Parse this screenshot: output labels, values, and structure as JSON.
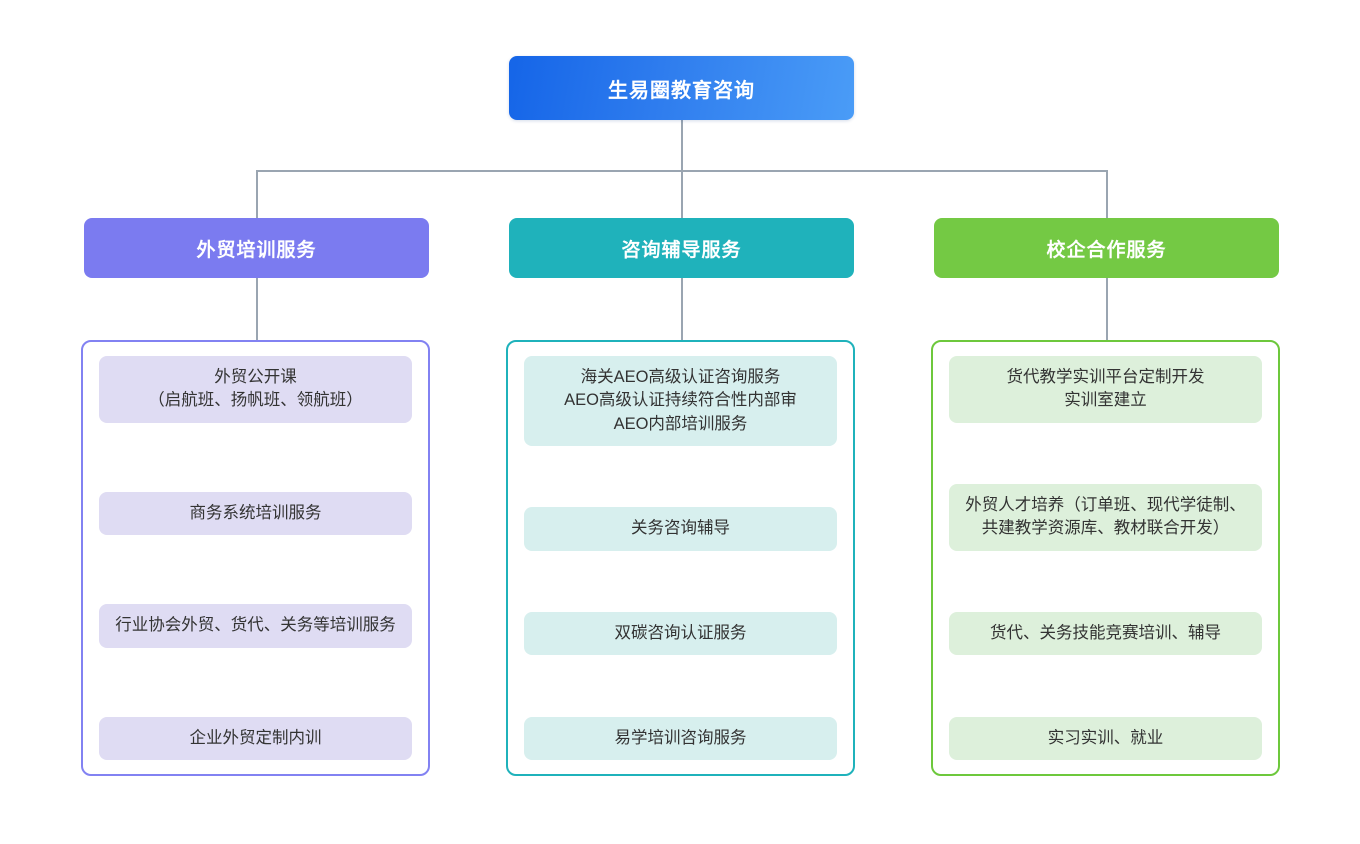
{
  "root": {
    "title": "生易圈教育咨询",
    "color": "#1565e8"
  },
  "branches": [
    {
      "header": "外贸培训服务",
      "accent": "#7b7bf0",
      "card_bg": "#dfdcf3",
      "items": [
        "外贸公开课\n（启航班、扬帆班、领航班）",
        "商务系统培训服务",
        "行业协会外贸、货代、关务等培训服务",
        "企业外贸定制内训"
      ]
    },
    {
      "header": "咨询辅导服务",
      "accent": "#1fb2bb",
      "card_bg": "#d7efee",
      "items": [
        "海关AEO高级认证咨询服务\nAEO高级认证持续符合性内部审\nAEO内部培训服务",
        "关务咨询辅导",
        "双碳咨询认证服务",
        "易学培训咨询服务"
      ]
    },
    {
      "header": "校企合作服务",
      "accent": "#74c944",
      "card_bg": "#ddf0db",
      "items": [
        "货代教学实训平台定制开发\n实训室建立",
        "外贸人才培养（订单班、现代学徒制、共建教学资源库、教材联合开发）",
        "货代、关务技能竞赛培训、辅导",
        "实习实训、就业"
      ]
    }
  ],
  "connectors": {
    "line_color": "#9aa5b1"
  }
}
